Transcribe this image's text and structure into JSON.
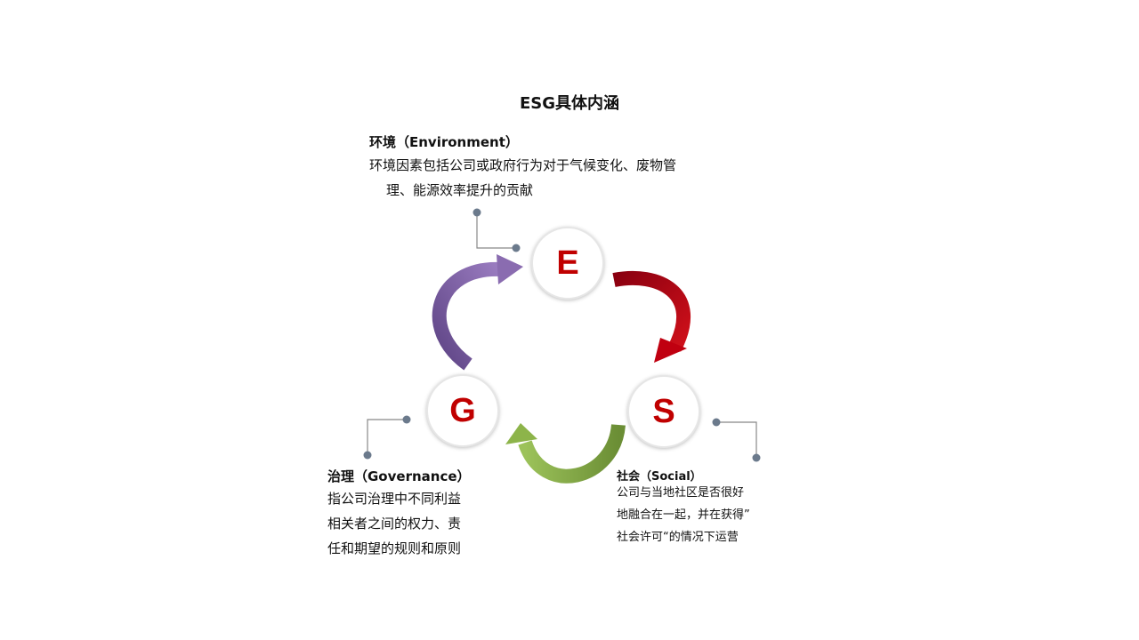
{
  "title": "ESG具体内涵",
  "environment": {
    "letter": "E",
    "heading": "环境（Environment）",
    "lines": [
      "环境因素包括公司或政府行为对于气候变化、废物管",
      "理、能源效率提升的贡献"
    ]
  },
  "social": {
    "letter": "S",
    "heading": "社会（Social）",
    "lines": [
      "公司与当地社区是否很好",
      "地融合在一起，并在获得”",
      "社会许可“的情况下运营"
    ]
  },
  "governance": {
    "letter": "G",
    "heading": "治理（Governance）",
    "lines": [
      "指公司治理中不同利益",
      "相关者之间的权力、责",
      "任和期望的规则和原则"
    ]
  },
  "colors": {
    "letter": "#c00000",
    "arrow_e_s": "#b00010",
    "arrow_s_g": "#7aa03c",
    "arrow_g_e": "#7b5aa0",
    "connector": "#6b7a8c"
  }
}
